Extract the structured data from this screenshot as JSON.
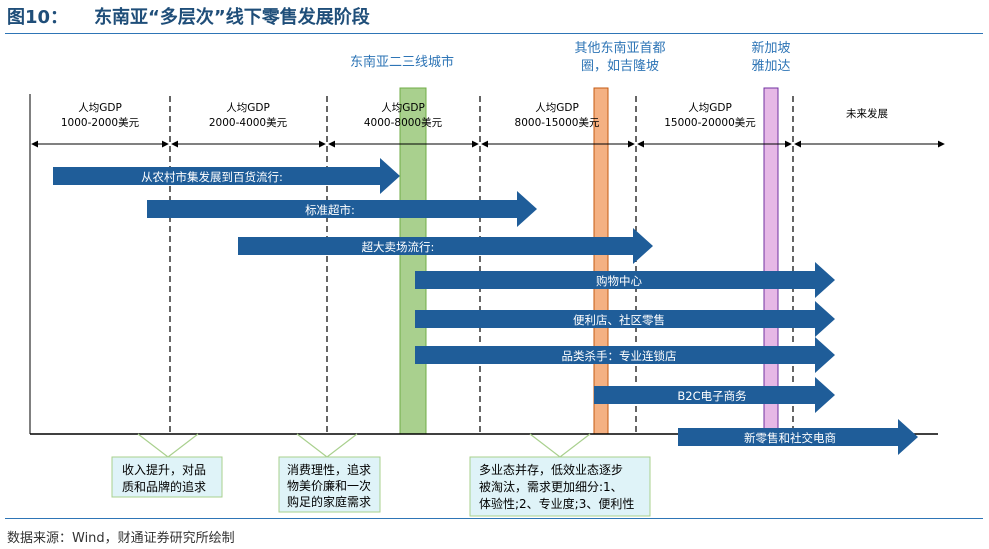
{
  "header": {
    "figure_number": "图10：",
    "title": "东南亚“多层次”线下零售发展阶段"
  },
  "city_labels": [
    {
      "line1": "东南亚二三线城市",
      "line2": ""
    },
    {
      "line1": "其他东南亚首都",
      "line2": "圈，如吉隆坡"
    },
    {
      "line1": "新加坡",
      "line2": "雅加达"
    }
  ],
  "stages": [
    {
      "line1": "人均GDP",
      "line2": "1000-2000美元"
    },
    {
      "line1": "人均GDP",
      "line2": "2000-4000美元"
    },
    {
      "line1": "人均GDP",
      "line2": "4000-8000美元"
    },
    {
      "line1": "人均GDP",
      "line2": "8000-15000美元"
    },
    {
      "line1": "人均GDP",
      "line2": "15000-20000美元"
    },
    {
      "line1": "未来发展",
      "line2": ""
    }
  ],
  "arrows": [
    {
      "label": "从农村市集发展到百货流行:"
    },
    {
      "label": "标准超市:"
    },
    {
      "label": "超大卖场流行:"
    },
    {
      "label": "购物中心"
    },
    {
      "label": "便利店、社区零售"
    },
    {
      "label": "品类杀手：专业连锁店"
    },
    {
      "label": "B2C电子商务"
    },
    {
      "label": "新零售和社交电商"
    }
  ],
  "callouts": [
    {
      "lines": [
        "收入提升，对品",
        "质和品牌的追求"
      ]
    },
    {
      "lines": [
        "消费理性，追求",
        "物美价廉和一次",
        "购足的家庭需求"
      ]
    },
    {
      "lines": [
        "多业态并存，低效业态逐步",
        "被淘汰，需求更加细分:1、",
        "体验性;2、专业度;3、便利性"
      ]
    }
  ],
  "source": "数据来源：Wind，财通证券研究所绘制",
  "colors": {
    "title": "#1f4e79",
    "rule": "#2e75b6",
    "arrow": "#1f5d99",
    "band_green": "#a9d08e",
    "band_orange": "#f4b183",
    "band_pink": "#e6b8e6",
    "city_label": "#2e75b6",
    "callout_fill": "#dff3f8",
    "callout_stroke": "#a9d08e"
  }
}
